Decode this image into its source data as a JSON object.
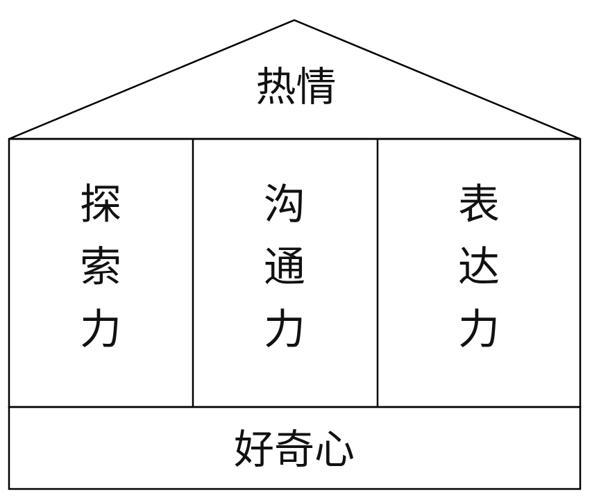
{
  "roof": {
    "label": "热情"
  },
  "pillars": [
    {
      "label": "探索力"
    },
    {
      "label": "沟通力"
    },
    {
      "label": "表达力"
    }
  ],
  "foundation": {
    "label": "好奇心"
  },
  "colors": {
    "stroke": "#000000",
    "text": "#111111",
    "background": "#ffffff"
  }
}
